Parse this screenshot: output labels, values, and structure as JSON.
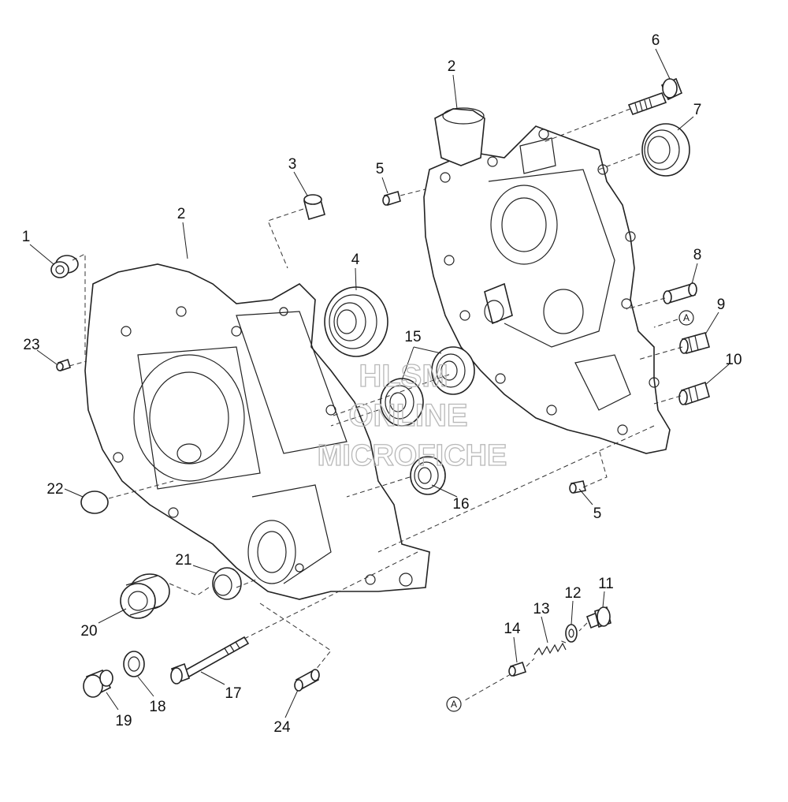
{
  "callouts": [
    {
      "id": "1",
      "label": "1"
    },
    {
      "id": "2a",
      "label": "2"
    },
    {
      "id": "2b",
      "label": "2"
    },
    {
      "id": "3",
      "label": "3"
    },
    {
      "id": "4",
      "label": "4"
    },
    {
      "id": "5a",
      "label": "5"
    },
    {
      "id": "5b",
      "label": "5"
    },
    {
      "id": "6",
      "label": "6"
    },
    {
      "id": "7",
      "label": "7"
    },
    {
      "id": "8",
      "label": "8"
    },
    {
      "id": "9",
      "label": "9"
    },
    {
      "id": "10",
      "label": "10"
    },
    {
      "id": "11",
      "label": "11"
    },
    {
      "id": "12",
      "label": "12"
    },
    {
      "id": "13",
      "label": "13"
    },
    {
      "id": "14",
      "label": "14"
    },
    {
      "id": "15",
      "label": "15"
    },
    {
      "id": "16",
      "label": "16"
    },
    {
      "id": "17",
      "label": "17"
    },
    {
      "id": "18",
      "label": "18"
    },
    {
      "id": "19",
      "label": "19"
    },
    {
      "id": "20",
      "label": "20"
    },
    {
      "id": "21",
      "label": "21"
    },
    {
      "id": "22",
      "label": "22"
    },
    {
      "id": "23",
      "label": "23"
    },
    {
      "id": "24",
      "label": "24"
    }
  ],
  "reference_marks": [
    {
      "id": "A1",
      "label": "A"
    },
    {
      "id": "A2",
      "label": "A"
    }
  ],
  "watermark": {
    "line1": "HLSM",
    "line2": "ONLINE",
    "line3": "MICROFICHE"
  }
}
